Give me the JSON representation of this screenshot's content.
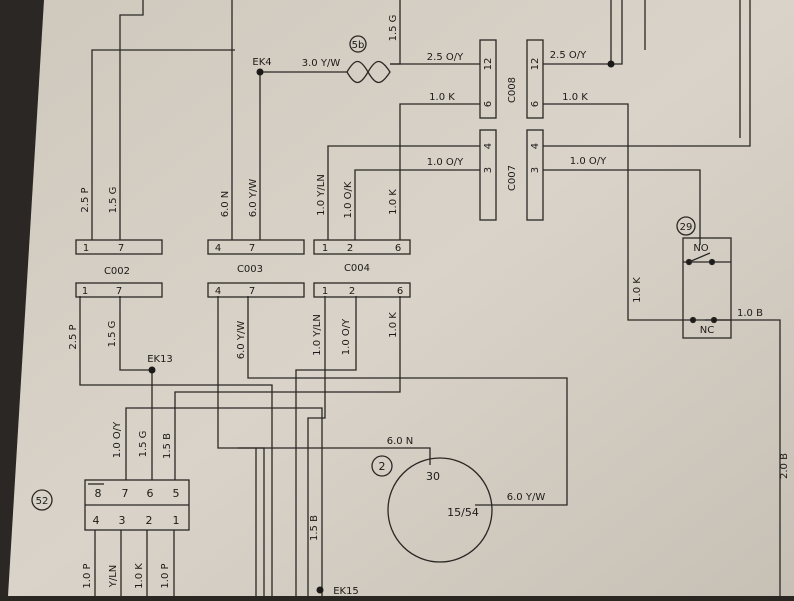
{
  "splice_top": {
    "label": "EK4"
  },
  "splice_mid": {
    "label": "EK13"
  },
  "splice_bot": {
    "label": "EK15"
  },
  "relay_badge": "5b",
  "switch_badge": "29",
  "motor_badge": "2",
  "module_badge": "52",
  "wires": {
    "top_3y_w": "3.0 Y/W",
    "top_15g": "1.5 G",
    "top_25oy_left": "2.5 O/Y",
    "top_25oy_right": "2.5 O/Y",
    "k_left": "1.0 K",
    "k_right": "1.0 K",
    "oy_left": "1.0 O/Y",
    "oy_right": "1.0 O/Y",
    "c2_25p": "2.5 P",
    "c2_15g": "1.5 G",
    "c3_6n": "6.0 N",
    "c3_6yw": "6.0 Y/W",
    "c4_yln": "1.0 Y/LN",
    "c4_ok": "1.0 O/K",
    "c4_k": "1.0 K",
    "b2_25p": "2.5 P",
    "b2_15g": "1.5 G",
    "b3_6yw": "6.0 Y/W",
    "b4_yln": "1.0 Y/LN",
    "b4_oy": "1.0 O/Y",
    "b4_k": "1.0 K",
    "sw_k": "1.0 K",
    "sw_b": "1.0 B",
    "right_b": "2.0 B",
    "m_oy": "1.0 O/Y",
    "m_g": "1.5 G",
    "m_b": "1.5 B",
    "mid_b": "1.5 B",
    "motor_6n": "6.0 N",
    "motor_6yw": "6.0 Y/W",
    "bot_p": "1.0 P",
    "bot_yln": "Y/LN",
    "bot_k": "1.0 K",
    "bot_p2": "1.0 P"
  },
  "connectors": {
    "c008": {
      "name": "C008",
      "pin_top": "12",
      "pin_bot": "6",
      "pin_top_r": "12",
      "pin_bot_r": "6"
    },
    "c007": {
      "name": "C007",
      "pin_top": "4",
      "pin_bot": "3",
      "pin_top_r": "4",
      "pin_bot_r": "3"
    },
    "c002": {
      "name": "C002",
      "pins_top": [
        "1",
        "7"
      ],
      "pins_bot": [
        "1",
        "7"
      ]
    },
    "c003": {
      "name": "C003",
      "pins_top": [
        "4",
        "7"
      ],
      "pins_bot": [
        "4",
        "7"
      ]
    },
    "c004": {
      "name": "C004",
      "pins_top": [
        "1",
        "2",
        "6"
      ],
      "pins_bot": [
        "1",
        "2",
        "6"
      ]
    }
  },
  "switch": {
    "no": "NO",
    "nc": "NC"
  },
  "motor": {
    "pin_30": "30",
    "pin_1554": "15/54"
  },
  "module": {
    "pins_top": [
      "8",
      "7",
      "6",
      "5"
    ],
    "pins_bot": [
      "4",
      "3",
      "2",
      "1"
    ]
  }
}
